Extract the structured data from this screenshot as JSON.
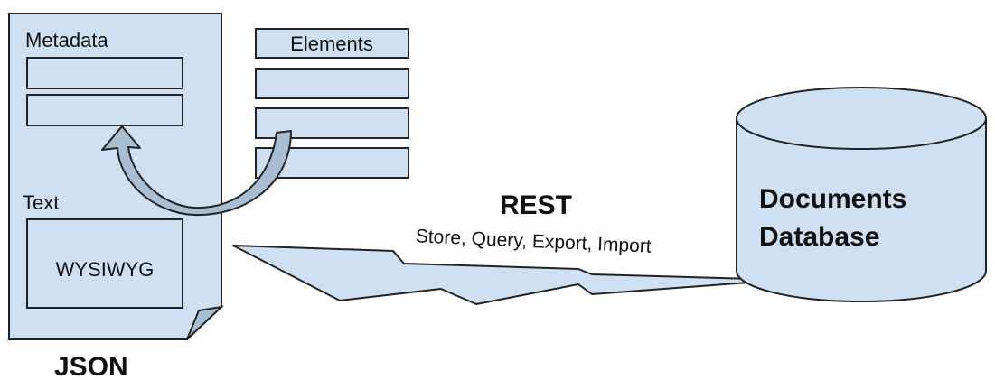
{
  "json_document": {
    "metadata_label": "Metadata",
    "text_label": "Text",
    "editor_label": "WYSIWYG",
    "caption": "JSON"
  },
  "elements": {
    "label": "Elements"
  },
  "rest": {
    "title": "REST",
    "operations": "Store, Query, Export, Import"
  },
  "database": {
    "line1": "Documents",
    "line2": "Database"
  },
  "colors": {
    "fill": "#cfe0f3",
    "stroke": "#222222",
    "arrow_fill": "#a9bdd3"
  }
}
